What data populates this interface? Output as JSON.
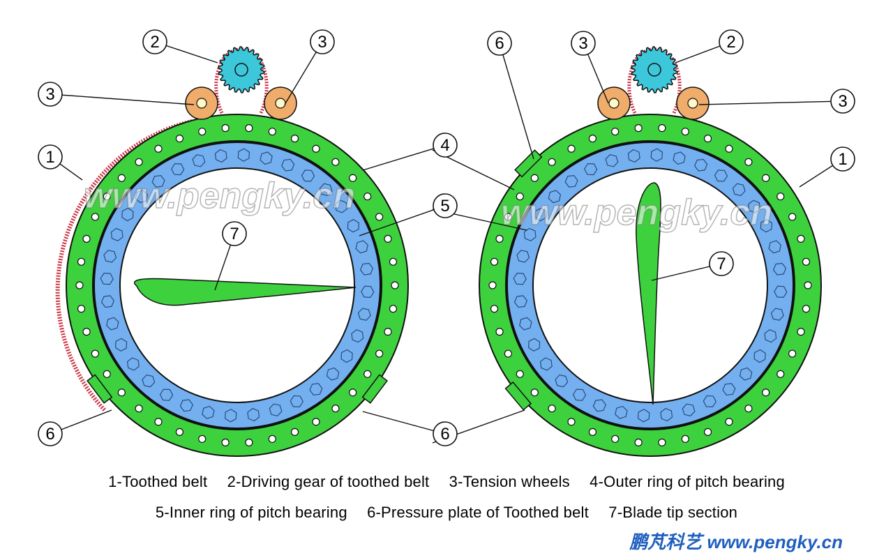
{
  "callouts": {
    "toothed_belt": "1",
    "driving_gear": "2",
    "tension_wheel": "3",
    "outer_ring": "4",
    "inner_ring": "5",
    "pressure_plate": "6",
    "blade_tip": "7"
  },
  "legend": {
    "line1": [
      "1-Toothed belt",
      "2-Driving gear of toothed belt",
      "3-Tension wheels",
      "4-Outer ring of pitch bearing"
    ],
    "line2": [
      "5-Inner ring of pitch bearing",
      "6-Pressure plate of Toothed belt",
      "7-Blade tip section"
    ]
  },
  "watermark": "www.pengky.cn",
  "brand": "鹏芃科艺 www.pengky.cn",
  "colors": {
    "outer_ring": "#3ed13e",
    "inner_ring": "#74b0f0",
    "gear": "#3cc8da",
    "tension_wheel": "#f0ac6a",
    "belt": "#cc3344",
    "brand": "#1f5fbf"
  }
}
